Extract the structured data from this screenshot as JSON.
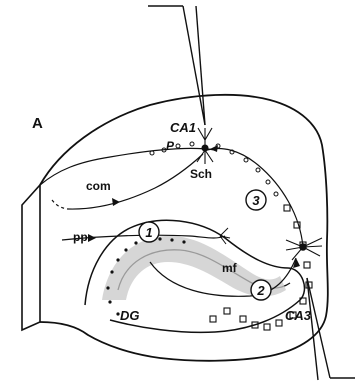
{
  "figure": {
    "panel_label": "A",
    "regions": {
      "ca1": "CA1",
      "ca3": "CA3",
      "dg": "DG"
    },
    "layers": {
      "pyramidal": "P"
    },
    "pathways": {
      "perforant": "pp",
      "commissural": "com",
      "mossy_fibers": "mf",
      "schaffer": "Sch"
    },
    "synapse_numbers": [
      "1",
      "2",
      "3"
    ]
  }
}
